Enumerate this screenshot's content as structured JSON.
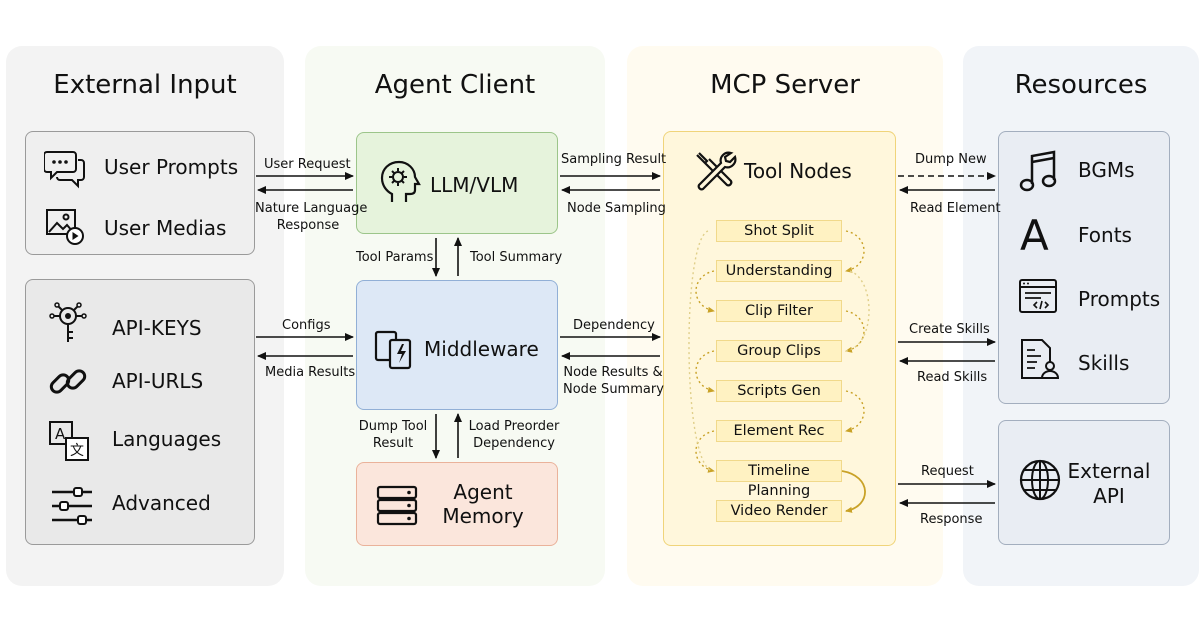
{
  "columns": {
    "external_input": "External Input",
    "agent_client": "Agent Client",
    "mcp_server": "MCP Server",
    "resources": "Resources"
  },
  "external_input": {
    "user_prompts": "User Prompts",
    "user_medias": "User Medias",
    "api_keys": "API-KEYS",
    "api_urls": "API-URLS",
    "languages": "Languages",
    "advanced": "Advanced"
  },
  "agent_client": {
    "llm": "LLM/VLM",
    "middleware": "Middleware",
    "memory_line1": "Agent",
    "memory_line2": "Memory"
  },
  "mcp_server": {
    "tool_nodes": "Tool Nodes",
    "nodes": [
      "Shot Split",
      "Understanding",
      "Clip Filter",
      "Group Clips",
      "Scripts Gen",
      "Element Rec",
      "Timeline Planning",
      "Video Render"
    ]
  },
  "resources": {
    "bgms": "BGMs",
    "fonts": "Fonts",
    "prompts": "Prompts",
    "skills": "Skills",
    "external_api_line1": "External",
    "external_api_line2": "API"
  },
  "arrows": {
    "user_request": "User Request",
    "nature_language_1": "Nature Language",
    "nature_language_2": "Response",
    "configs": "Configs",
    "media_results": "Media Results",
    "tool_params": "Tool Params",
    "tool_summary": "Tool Summary",
    "dump_tool_1": "Dump Tool",
    "dump_tool_2": "Result",
    "load_preorder_1": "Load Preorder",
    "load_preorder_2": "Dependency",
    "sampling_result": "Sampling Result",
    "node_sampling": "Node Sampling",
    "dependency": "Dependency",
    "node_results_1": "Node Results &",
    "node_results_2": "Node Summary",
    "dump_new": "Dump New",
    "read_element": "Read Element",
    "create_skills": "Create Skills",
    "read_skills": "Read Skills",
    "request": "Request",
    "response": "Response"
  },
  "icons": {
    "chat": "chat-bubbles-icon",
    "media": "image-video-icon",
    "key": "key-circuit-icon",
    "link": "chain-link-icon",
    "translate": "translate-icon",
    "sliders": "sliders-icon",
    "brain": "brain-gear-icon",
    "devices": "devices-icon",
    "database": "database-icon",
    "tools": "wrench-screwdriver-icon",
    "music": "music-note-icon",
    "font": "font-letter-icon",
    "prompt": "code-window-icon",
    "skills": "document-user-icon",
    "globe": "globe-icon"
  },
  "colors": {
    "llm_bg": "#e6f3dc",
    "middleware_bg": "#dde8f6",
    "memory_bg": "#fbe6dc",
    "mcp_bg": "#fff7dc",
    "node_bg": "#fff2c2",
    "resource_bg": "#e9edf3"
  }
}
